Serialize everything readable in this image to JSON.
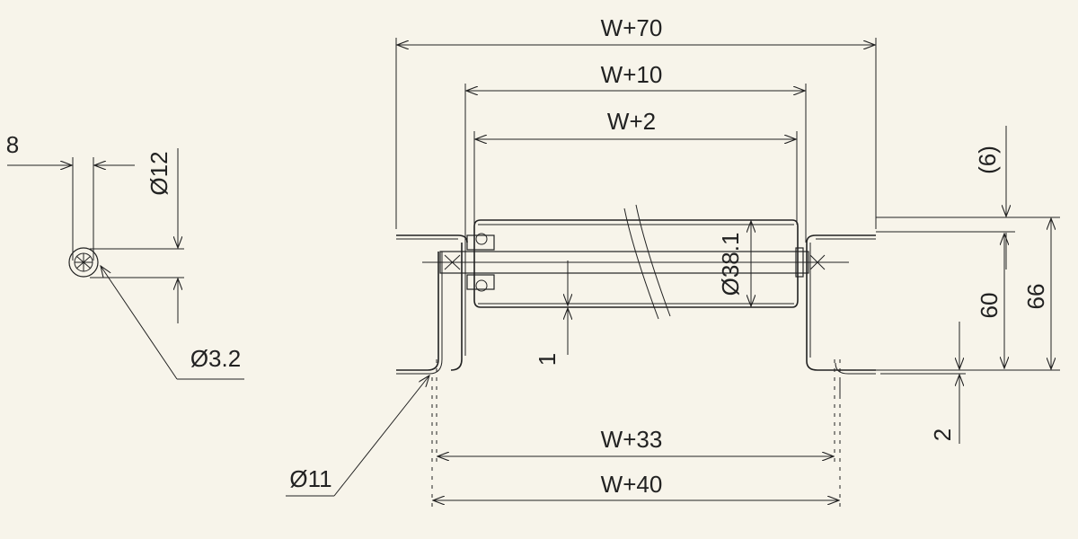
{
  "dimensions": {
    "w70": "W+70",
    "w10": "W+10",
    "w2": "W+2",
    "w33": "W+33",
    "w40": "W+40",
    "d38": "Ø38.1",
    "d12": "Ø12",
    "d32": "Ø3.2",
    "d11": "Ø11",
    "eight": "8",
    "six": "(6)",
    "sixty": "60",
    "sixtysix": "66",
    "one": "1",
    "two": "2"
  }
}
